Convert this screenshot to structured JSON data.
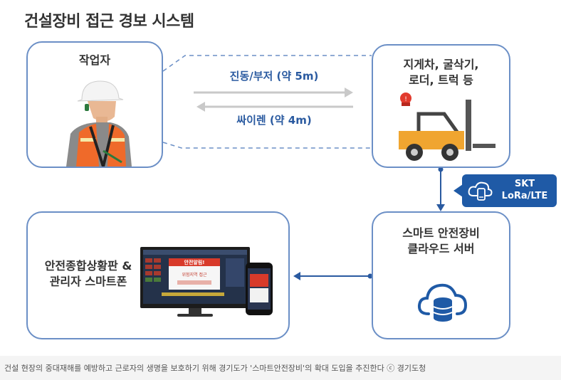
{
  "title": "건설장비 접근 경보 시스템",
  "nodes": {
    "worker": {
      "label": "작업자"
    },
    "vehicle": {
      "label_line1": "지게차, 굴삭기,",
      "label_line2": "로더, 트럭 등"
    },
    "cloud": {
      "label_line1": "스마트 안전장비",
      "label_line2": "클라우드 서버"
    },
    "control": {
      "label_line1": "안전종합상황판 &",
      "label_line2": "관리자 스마트폰"
    }
  },
  "edges": {
    "vibration": "진동/부저 (약 5m)",
    "siren": "싸이렌 (약 4m)"
  },
  "network": {
    "line1": "SKT",
    "line2": "LoRa/LTE"
  },
  "screen_texts": {
    "alert_title": "안전알림!",
    "alert_body": "위험지역 접근"
  },
  "caption": "건설 현장의 중대재해를 예방하고 근로자의 생명을 보호하기 위해 경기도가 '스마트안전장비'의 확대 도입을 추진한다 ⓒ 경기도청",
  "colors": {
    "box_border": "#6b8fc6",
    "arrow_blue": "#2a5aa0",
    "badge_bg": "#1f5aa6",
    "forklift": "#f0a530",
    "vest": "#ef6a2a"
  }
}
